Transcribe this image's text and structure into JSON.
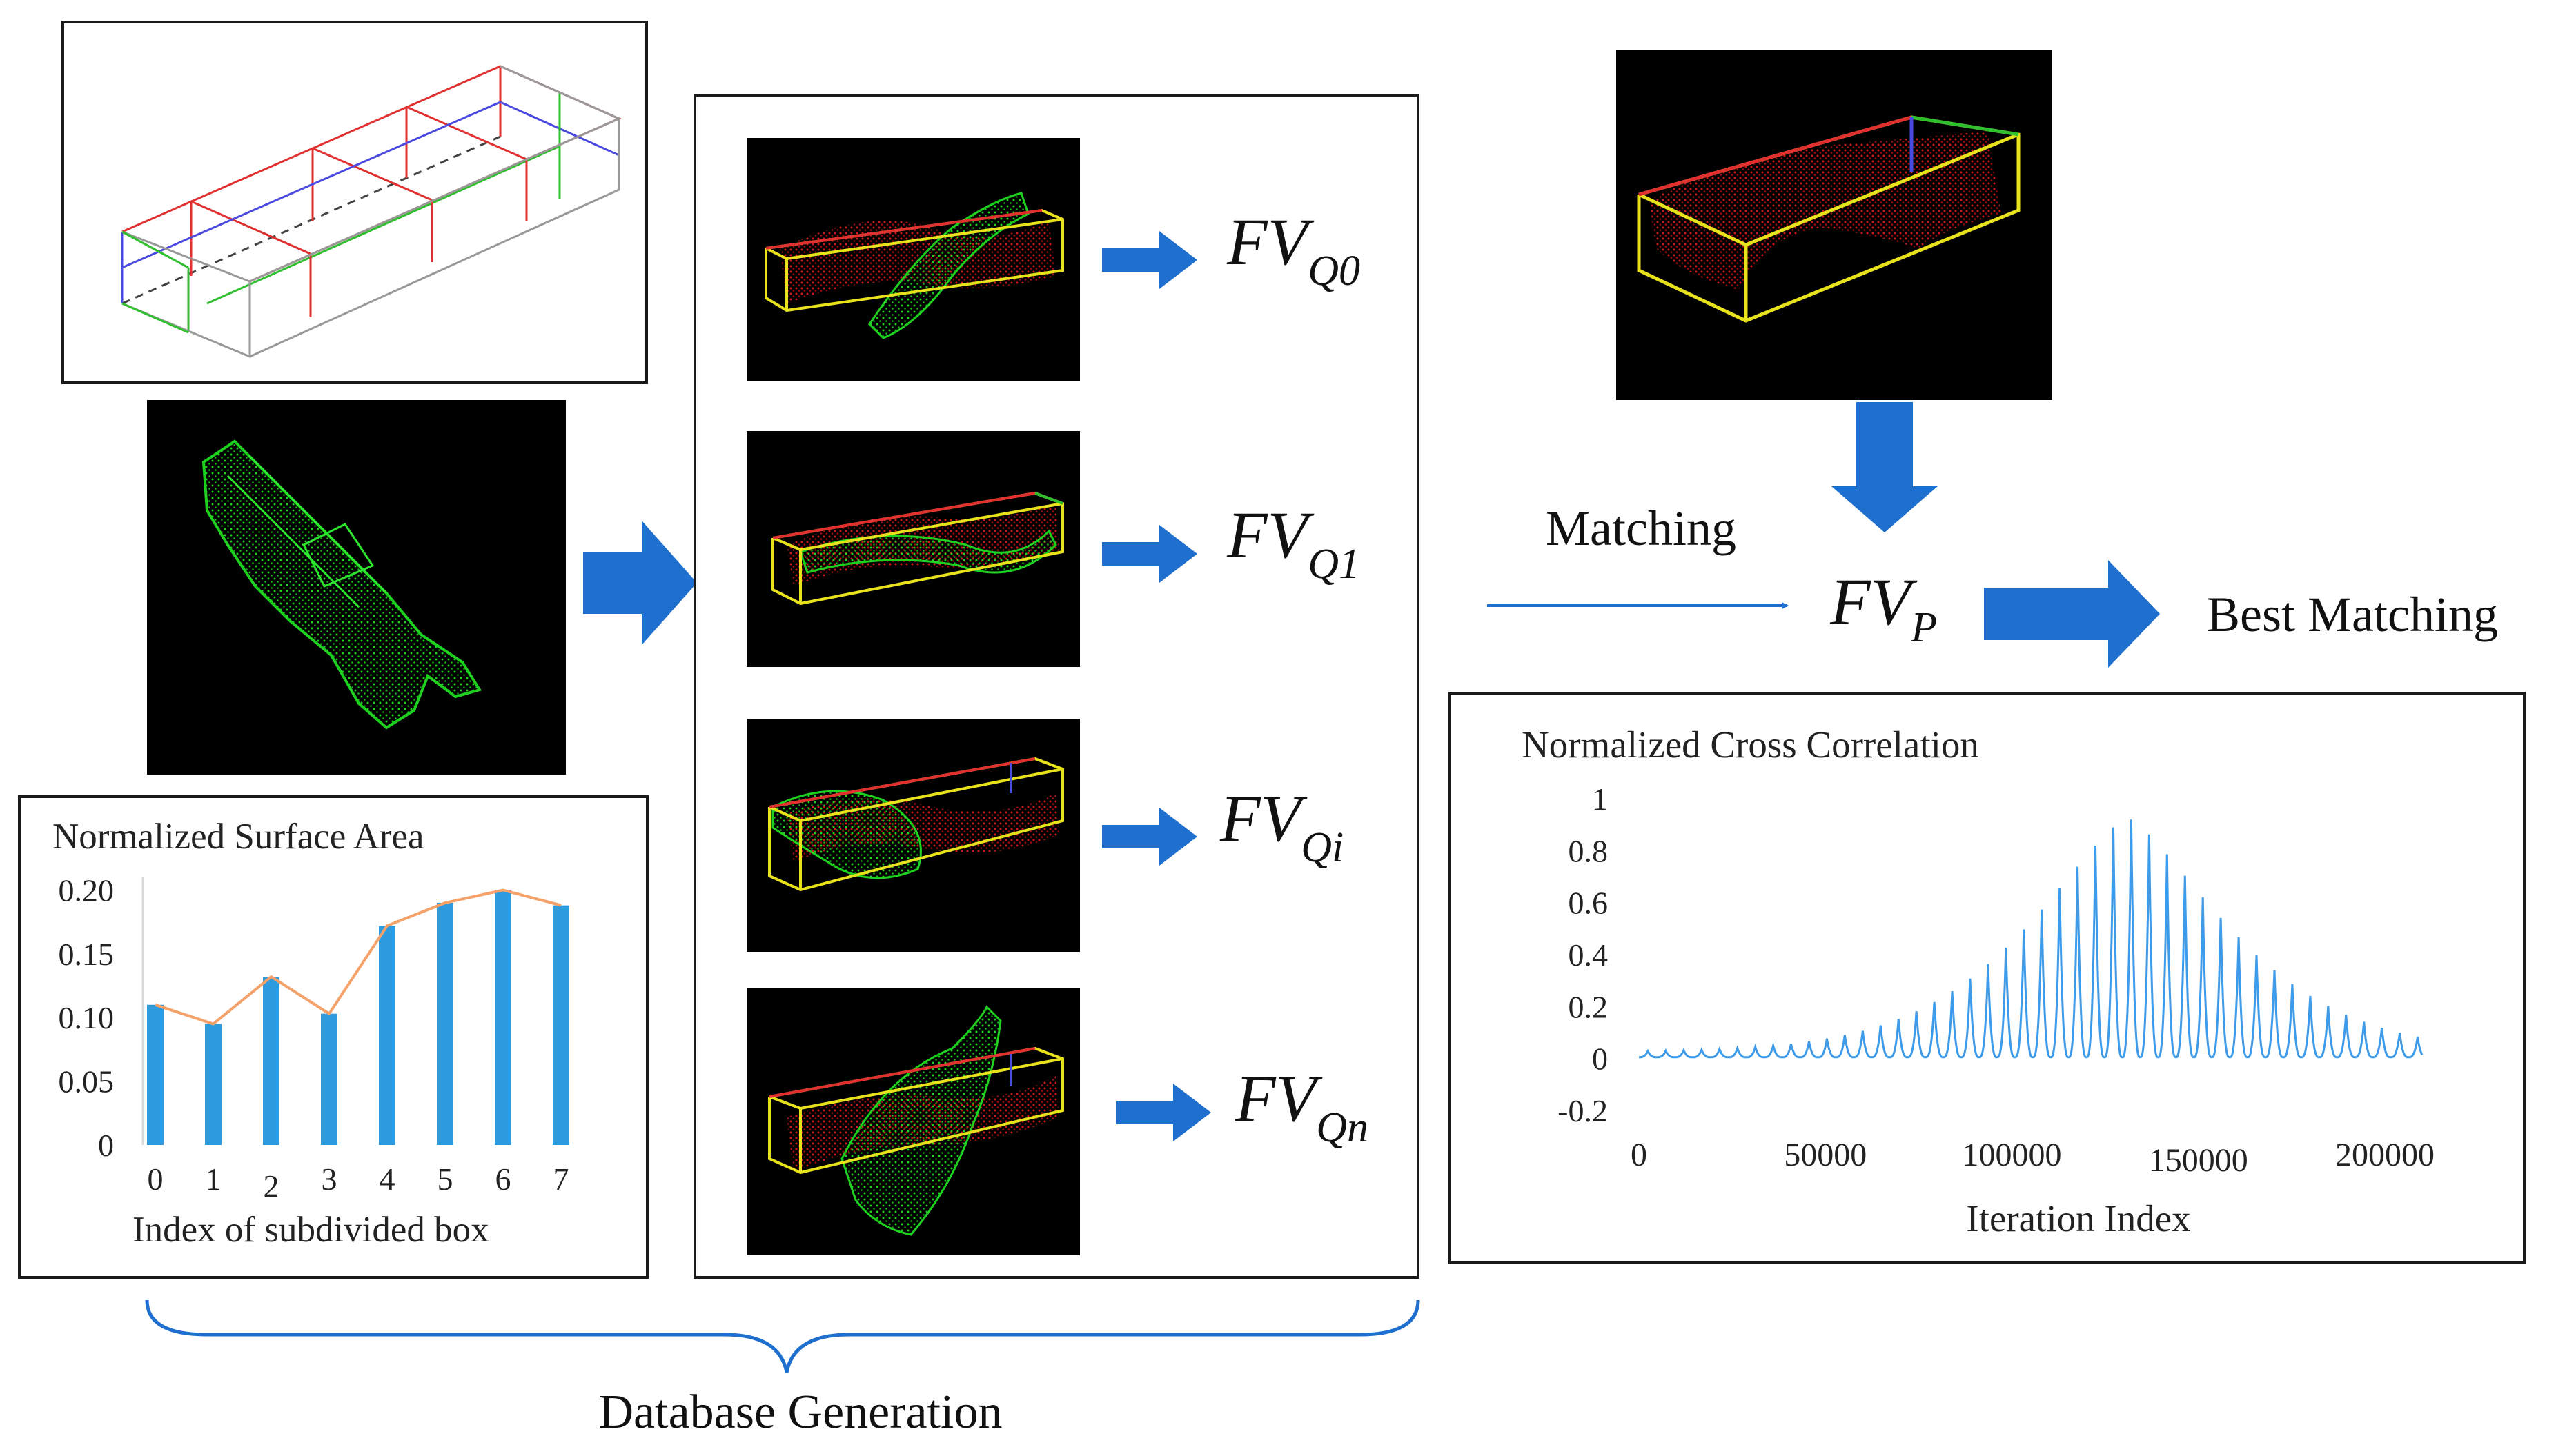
{
  "fv_base": "FV",
  "fv_q_subscripts": [
    "Q0",
    "Q1",
    "Qi",
    "Qn"
  ],
  "fv_p_subscript": "P",
  "matching_label": "Matching",
  "best_matching_label": "Best Matching",
  "database_generation_label": "Database Generation",
  "colors": {
    "arrow_blue": "#1f6fcf",
    "bar_blue": "#2e9bdf",
    "trend_orange": "#f4a26a",
    "ncc_blue": "#3d9be9",
    "green_points": "#1fd11f",
    "red_points": "#c81414",
    "yellow_box": "#e8e21c"
  },
  "surface_area_chart": {
    "title": "Normalized Surface Area",
    "xlabel": "Index of subdivided box",
    "y_ticks": [
      "0.20",
      "0.15",
      "0.10",
      "0.05",
      "0"
    ],
    "x_ticks": [
      "0",
      "1",
      "2",
      "3",
      "4",
      "5",
      "6",
      "7"
    ]
  },
  "ncc_chart": {
    "title": "Normalized Cross Correlation",
    "xlabel": "Iteration Index",
    "y_ticks": [
      "1",
      "0.8",
      "0.6",
      "0.4",
      "0.2",
      "0",
      "-0.2"
    ],
    "x_ticks": [
      "0",
      "50000",
      "100000",
      "150000",
      "200000"
    ]
  },
  "chart_data": [
    {
      "type": "bar",
      "title": "Normalized Surface Area",
      "xlabel": "Index of subdivided box",
      "ylabel": "",
      "categories": [
        "0",
        "1",
        "2",
        "3",
        "4",
        "5",
        "6",
        "7"
      ],
      "values": [
        0.11,
        0.095,
        0.132,
        0.103,
        0.172,
        0.19,
        0.2,
        0.188
      ],
      "ylim": [
        0,
        0.21
      ],
      "overlay_line": true,
      "grid": false
    },
    {
      "type": "line",
      "title": "Normalized Cross Correlation",
      "xlabel": "Iteration Index",
      "ylabel": "",
      "xlim": [
        0,
        210000
      ],
      "ylim": [
        -0.2,
        1
      ],
      "peak": {
        "x": 131000,
        "y": 0.92
      },
      "baseline": 0.0,
      "grid": false
    }
  ]
}
